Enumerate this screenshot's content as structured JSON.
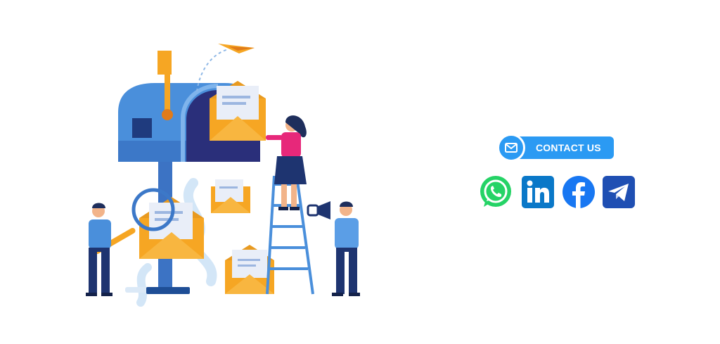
{
  "contact": {
    "label": "CONTACT US",
    "icon": "mail-icon",
    "color": "#2b9af3"
  },
  "social": [
    {
      "name": "whatsapp",
      "icon": "whatsapp-icon",
      "color": "#25d366"
    },
    {
      "name": "linkedin",
      "icon": "linkedin-icon",
      "color": "#0a78c8"
    },
    {
      "name": "facebook",
      "icon": "facebook-icon",
      "color": "#1877f2"
    },
    {
      "name": "telegram",
      "icon": "telegram-icon",
      "color": "#1f4fb3"
    }
  ],
  "illustration": {
    "subject": "mailbox-illustration"
  }
}
